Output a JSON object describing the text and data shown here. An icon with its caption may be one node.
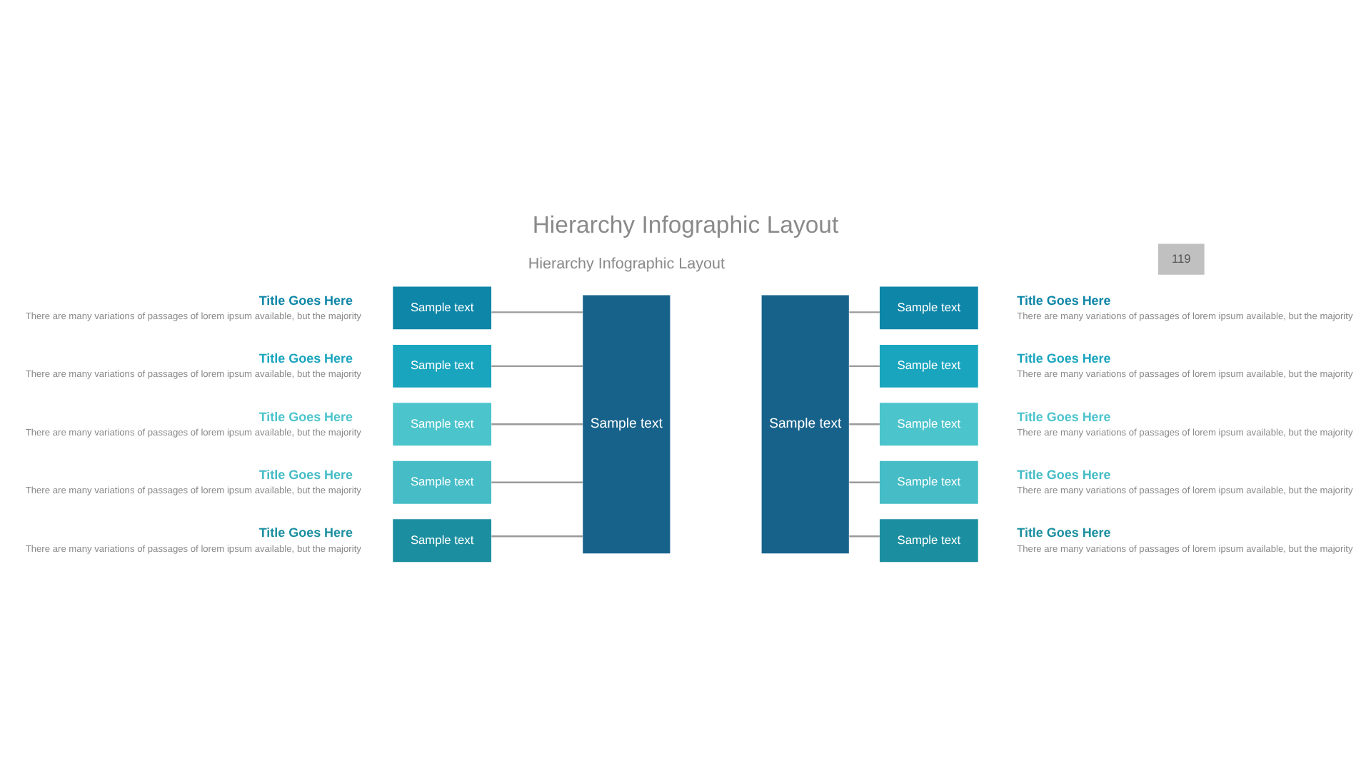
{
  "diagram": {
    "title": "Hierarchy Infographic Layout",
    "nodes": [
      {
        "text": [
          "Sample text"
        ]
      },
      {
        "text": [
          "Sample text"
        ]
      },
      {
        "text": [
          "Sample text"
        ],
        "beside": [
          "Title Goes Here",
          "There are many variations of passages of lorem ipsum available, but the majority"
        ]
      },
      {
        "text": [
          "Sample text"
        ],
        "beside": [
          "Title Goes Here",
          "There are many variations of passages of lorem ipsum available, but the majority"
        ]
      },
      {
        "text": [
          "Sample text"
        ],
        "beside": [
          "Title Goes Here",
          "There are many variations of passages of lorem ipsum available, but the majority"
        ]
      },
      {
        "text": [
          "Sample text"
        ],
        "beside": [
          "Title Goes Here",
          "There are many variations of passages of lorem ipsum available, but the majority"
        ]
      },
      {
        "text": [
          "Sample text"
        ],
        "beside": [
          "Title Goes Here",
          "There are many variations of passages of lorem ipsum available, but the majority"
        ]
      },
      {
        "text": [
          "Sample text"
        ],
        "beside": [
          "Title Goes Here",
          "There are many variations of passages of lorem ipsum available, but the majority"
        ]
      },
      {
        "text": [
          "Sample text"
        ],
        "beside": [
          "Title Goes Here",
          "There are many variations of passages of lorem ipsum available, but the majority"
        ]
      },
      {
        "text": [
          "Sample text"
        ],
        "beside": [
          "Title Goes Here",
          "There are many variations of passages of lorem ipsum available, but the majority"
        ]
      },
      {
        "text": [
          "Sample text"
        ],
        "beside": [
          "Title Goes Here",
          "There are many variations of passages of lorem ipsum available, but the majority"
        ]
      },
      {
        "text": [
          "Sample text"
        ],
        "beside": [
          "Title Goes Here",
          "There are many variations of passages of lorem ipsum available, but the majority"
        ]
      }
    ],
    "edges": [
      {
        "from": 2,
        "to": 0,
        "arrow": "none"
      },
      {
        "from": 3,
        "to": 0,
        "arrow": "none"
      },
      {
        "from": 4,
        "to": 0,
        "arrow": "none"
      },
      {
        "from": 5,
        "to": 0,
        "arrow": "none"
      },
      {
        "from": 6,
        "to": 0,
        "arrow": "none"
      },
      {
        "from": 1,
        "to": 7,
        "arrow": "none"
      },
      {
        "from": 1,
        "to": 8,
        "arrow": "none"
      },
      {
        "from": 1,
        "to": 9,
        "arrow": "none"
      },
      {
        "from": 1,
        "to": 10,
        "arrow": "none"
      },
      {
        "from": 1,
        "to": 11,
        "arrow": "none"
      }
    ],
    "labels": [
      "Hierarchy Infographic Layout",
      "119"
    ]
  }
}
